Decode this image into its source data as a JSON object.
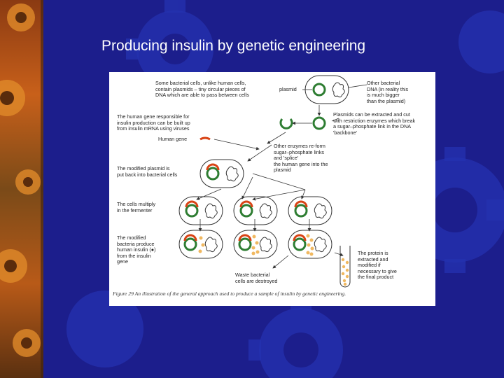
{
  "slide": {
    "title": "Producing insulin by genetic engineering",
    "background_color": "#1c1e8c",
    "accent_color": "#2a36b8"
  },
  "figure": {
    "caption": "Figure 29  An illustration of the general approach used to produce a sample of insulin by genetic engineering.",
    "labels": {
      "bacteria_intro": "Some bacterial cells, unlike human cells,\ncontain plasmids – tiny circular pieces of\nDNA which are able to pass between cells",
      "plasmid": "plasmid",
      "other_dna": "Other bacterial\nDNA (in reality this\nis much bigger\nthan the plasmid)",
      "human_gene_source": "The human gene responsible for\ninsulin production can be built up\nfrom insulin mRNA using viruses",
      "human_gene": "Human gene",
      "restriction": "Plasmids can be extracted and cut\nwith restriction enzymes which break\na sugar–phosphate link in the DNA\n'backbone'",
      "splice": "Other enzymes re-form\nsugar–phosphate links\nand 'splice'\nthe human gene into the\nplasmid",
      "put_back": "The modified plasmid is\nput back into bacterial cells",
      "multiply": "The cells multiply\nin the fermenter",
      "produce": "The modified\nbacteria produce\nhuman insulin (●)\nfrom the insulin\ngene",
      "waste": "Waste bacterial\ncells are destroyed",
      "protein": "The protein is\nextracted and\nmodified if\nnecessary to give\nthe final product"
    },
    "colors": {
      "plasmid_ring": "#2e7d32",
      "human_gene": "#d84315",
      "insulin": "#f0b860",
      "arrow": "#333333"
    }
  }
}
